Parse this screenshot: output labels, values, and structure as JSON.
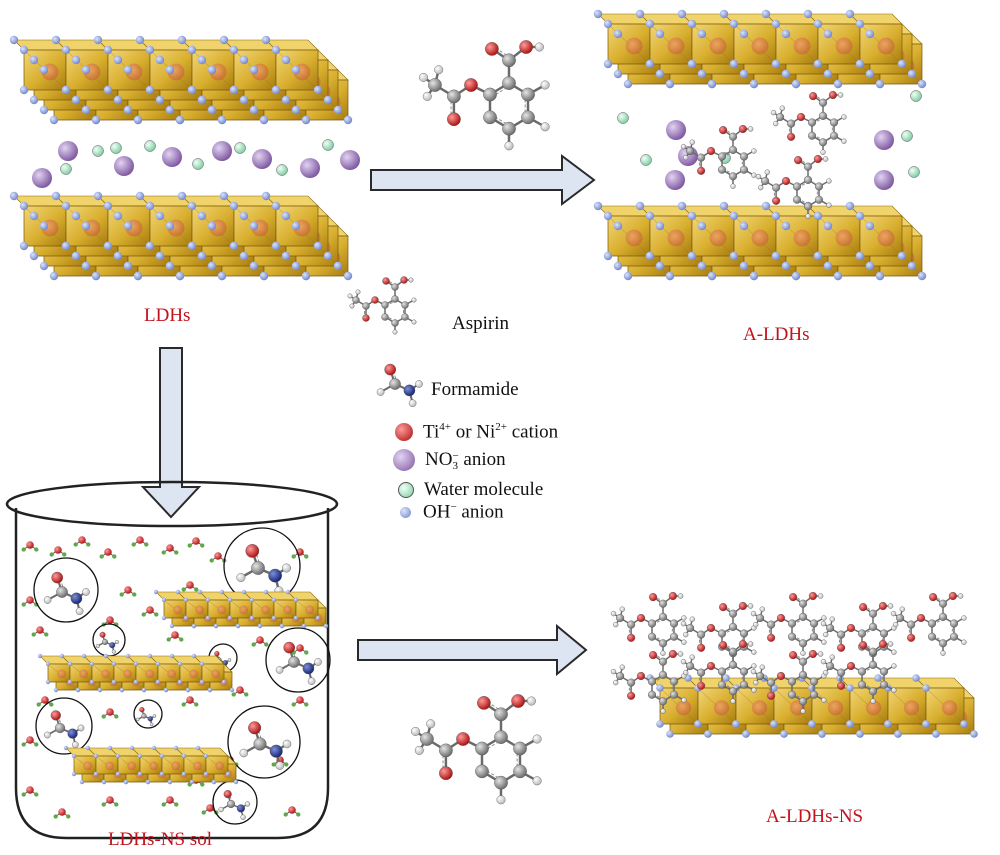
{
  "labels": {
    "ldhs": "LDHs",
    "a_ldhs": "A-LDHs",
    "ldhs_ns_sol": "LDHs-NS sol",
    "a_ldhs_ns": "A-LDHs-NS"
  },
  "legend": {
    "aspirin": "Aspirin",
    "formamide": "Formamide",
    "cation_prefix": "Ti",
    "cation_sup1": "4+",
    "cation_mid": " or Ni",
    "cation_sup2": "2+",
    "cation_suffix": " cation",
    "nitrate_base": "NO",
    "nitrate_sub": "3",
    "nitrate_sup": "−",
    "nitrate_suffix": "  anion",
    "water": "Water molecule",
    "hydroxide_base": "OH",
    "hydroxide_sup": "−",
    "hydroxide_suffix": " anion"
  },
  "colors": {
    "label_red": "#c0141c",
    "octahedron_gold": "#d8b030",
    "hydroxide_blue": "#8aa0dc",
    "nitrate_purple": "#9a78b8",
    "water_green": "#b8e8cc",
    "cation_red": "#d02020",
    "carbon_grey": "#8c8c8c",
    "oxygen_red": "#cc1010",
    "nitrogen_blue": "#1a2f8a",
    "hydrogen_white": "#f0f0f0",
    "arrow_fill": "#dde4f2"
  }
}
